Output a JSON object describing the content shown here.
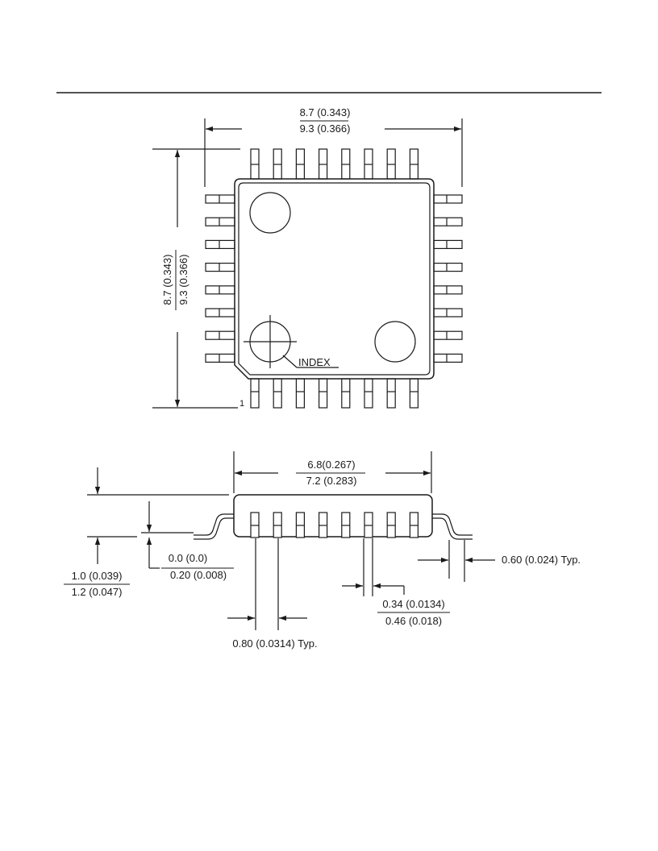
{
  "top_view": {
    "width_min": "8.7 (0.343)",
    "width_max": "9.3 (0.366)",
    "height_min": "8.7 (0.343)",
    "height_max": "9.3 (0.366)",
    "index_label": "INDEX",
    "pin1_label": "1",
    "pins_per_side": 8
  },
  "side_view": {
    "body_min": "6.8(0.267)",
    "body_max": "7.2 (0.283)",
    "height_min": "1.0 (0.039)",
    "height_max": "1.2 (0.047)",
    "standoff_min": "0.0 (0.0)",
    "standoff_max": "0.20 (0.008)",
    "lead_width_min": "0.34 (0.0134)",
    "lead_width_max": "0.46 (0.018)",
    "foot_length": "0.60 (0.024) Typ.",
    "pitch": "0.80 (0.0314) Typ."
  }
}
